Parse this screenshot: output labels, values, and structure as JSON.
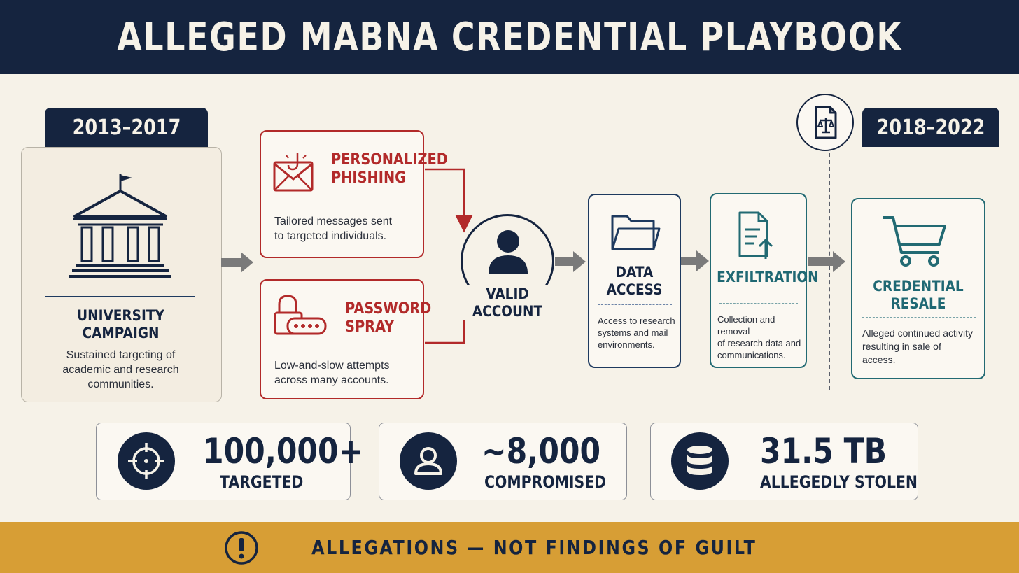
{
  "header": {
    "title": "ALLEGED MABNA CREDENTIAL PLAYBOOK"
  },
  "eras": [
    {
      "label": "2013–2017"
    },
    {
      "label": "2018–2022"
    }
  ],
  "university": {
    "title_line1": "UNIVERSITY",
    "title_line2": "CAMPAIGN",
    "desc_line1": "Sustained targeting of",
    "desc_line2": "academic and research",
    "desc_line3": "communities."
  },
  "phishing": {
    "title_line1": "PERSONALIZED",
    "title_line2": "PHISHING",
    "desc_line1": "Tailored messages sent",
    "desc_line2": "to targeted individuals."
  },
  "spray": {
    "title_line1": "PASSWORD",
    "title_line2": "SPRAY",
    "desc_line1": "Low-and-slow attempts",
    "desc_line2": "across many accounts."
  },
  "valid_account": {
    "title_line1": "VALID",
    "title_line2": "ACCOUNT"
  },
  "data_access": {
    "title_line1": "DATA",
    "title_line2": "ACCESS",
    "desc_line1": "Access to research",
    "desc_line2": "systems and mail",
    "desc_line3": "environments."
  },
  "exfiltration": {
    "title": "EXFILTRATION",
    "desc_line1": "Collection and removal",
    "desc_line2": "of research data and",
    "desc_line3": "communications."
  },
  "resale": {
    "title_line1": "CREDENTIAL",
    "title_line2": "RESALE",
    "desc_line1": "Alleged continued activity",
    "desc_line2": "resulting in sale of",
    "desc_line3": "access."
  },
  "stats": [
    {
      "value": "100,000+",
      "label": "TARGETED",
      "icon": "crosshair-icon"
    },
    {
      "value": "~8,000",
      "label": "COMPROMISED",
      "icon": "user-icon"
    },
    {
      "value": "31.5 TB",
      "label": "ALLEGEDLY STOLEN",
      "icon": "database-icon"
    }
  ],
  "footer": {
    "text": "ALLEGATIONS — NOT FINDINGS OF GUILT"
  },
  "colors": {
    "navy": "#15243f",
    "red": "#b22a2a",
    "teal": "#226a73",
    "cream": "#f6f2e8",
    "gold": "#d79e35",
    "arrow_gray": "#7a7a7a"
  }
}
